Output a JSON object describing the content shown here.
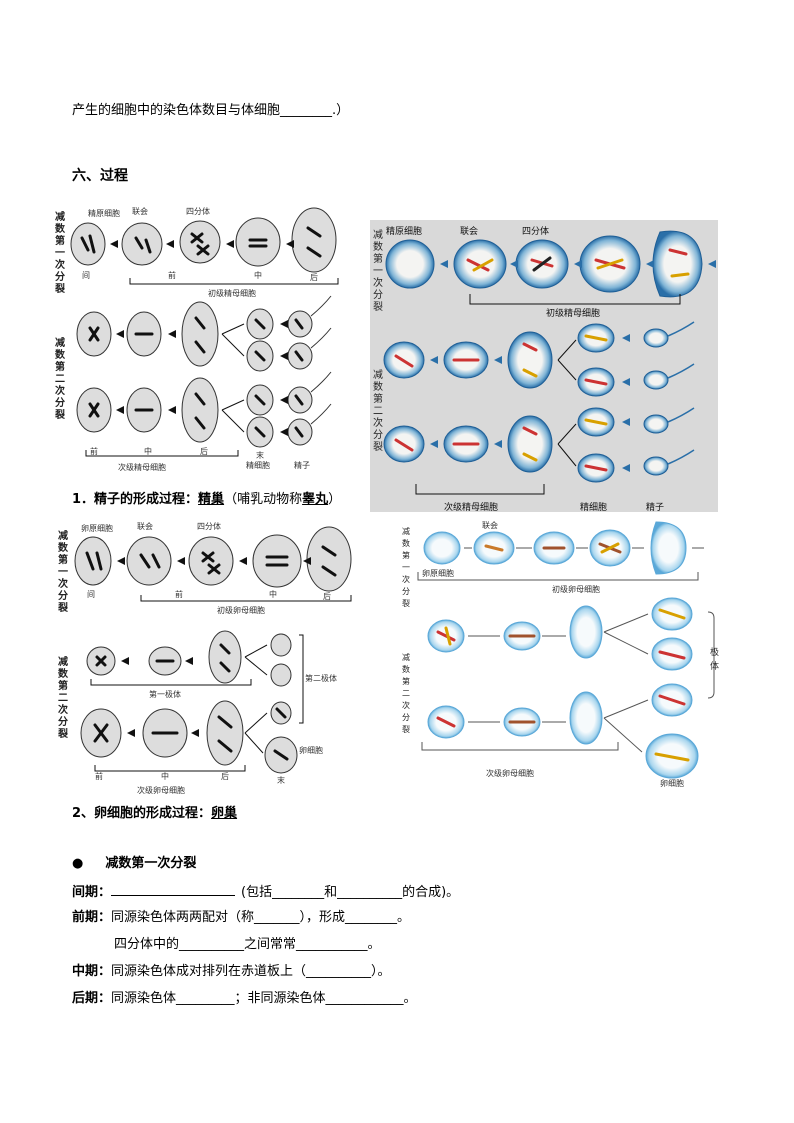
{
  "top_line": "产生的细胞中的染色体数目与体细胞________.）",
  "section_title": "六、过程",
  "sperm": {
    "side_label_1": "减数第一次分裂",
    "side_label_2": "减数第二次分裂",
    "row1_labels": [
      "精原细胞",
      "联会",
      "四分体"
    ],
    "phase_labels": [
      "间",
      "前",
      "中",
      "后",
      "末"
    ],
    "primary_label": "初级精母细胞",
    "secondary_label": "次级精母细胞",
    "spermatid_label": "精细胞",
    "sperm_label": "精子",
    "photo_labels": [
      "精原细胞",
      "联会",
      "四分体"
    ],
    "photo_primary": "初级精母细胞",
    "photo_secondary": "次级精母细胞",
    "photo_spermatid": "精细胞",
    "photo_sperm": "精子",
    "photo_side_1": "减数第一次分裂",
    "photo_side_2": "减数第二次分裂"
  },
  "caption1_prefix": "1．精子的形成过程：",
  "caption1_place": "精巢",
  "caption1_note_pre": "（哺乳动物称",
  "caption1_note_em": "睾丸",
  "caption1_note_post": "）",
  "egg": {
    "side_label_1": "减数第一次分裂",
    "side_label_2": "减数第二次分裂",
    "row1_labels": [
      "卵原细胞",
      "联会",
      "四分体"
    ],
    "phase_labels": [
      "间",
      "前",
      "中",
      "后",
      "末"
    ],
    "primary_label": "初级卵母细胞",
    "first_polar": "第一极体",
    "second_polar": "第二极体",
    "secondary_label": "次级卵母细胞",
    "egg_label": "卵细胞",
    "photo_labels": [
      "卵原细胞",
      "联会"
    ],
    "photo_primary": "初级卵母细胞",
    "photo_secondary": "次级卵母细胞",
    "photo_polar": "极体",
    "photo_egg": "卵细胞",
    "photo_side_1": "减数第一次分裂",
    "photo_side_2": "减数第二次分裂"
  },
  "caption2_prefix": "2、卵细胞的形成过程：",
  "caption2_place": "卵巢",
  "bullet_title": "减数第一次分裂",
  "lines": {
    "interphase_label": "间期：",
    "interphase_text": "(包括________和__________的合成)。",
    "prophase_label": "前期：",
    "prophase_text": "同源染色体两两配对（称_______），形成________。",
    "prophase_text2": "四分体中的__________之间常常___________。",
    "metaphase_label": "中期：",
    "metaphase_text": "同源染色体成对排列在赤道板上（__________）。",
    "anaphase_label": "后期：",
    "anaphase_text": "同源染色体_________；非同源染色体____________。"
  }
}
